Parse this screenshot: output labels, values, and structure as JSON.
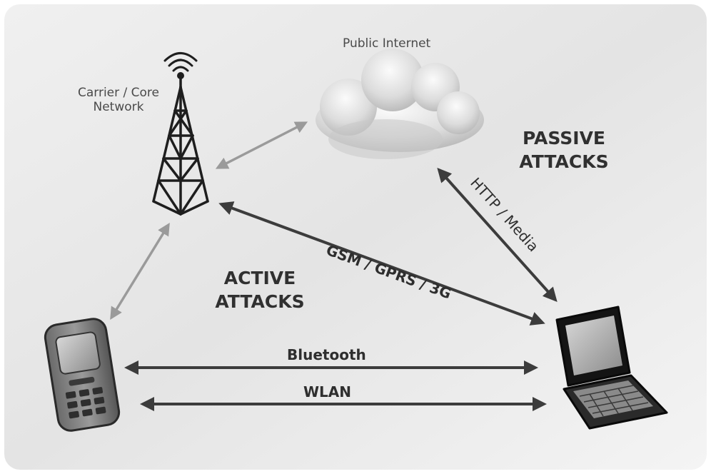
{
  "nodes": {
    "carrier": "Carrier / Core\nNetwork",
    "internet": "Public Internet",
    "phone": "",
    "laptop": ""
  },
  "links": {
    "gsm": "GSM / GPRS / 3G",
    "http": "HTTP / Media",
    "bluetooth": "Bluetooth",
    "wlan": "WLAN"
  },
  "groups": {
    "passive": "PASSIVE\nATTACKS",
    "active": "ACTIVE\nATTACKS"
  }
}
